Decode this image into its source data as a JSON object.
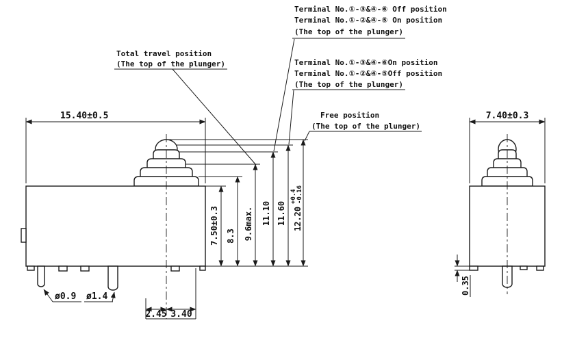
{
  "drawing": {
    "annotations": {
      "group_top": {
        "line1": "Terminal No.①-③&④-⑥ Off position",
        "line2": "Terminal No.①-②&④-⑤ On position",
        "line3": "(The top of the plunger)"
      },
      "total_travel": {
        "line1": "Total travel position",
        "line2": "(The top of the plunger)"
      },
      "group_mid": {
        "line1": "Terminal No.①-③&④-⑥On position",
        "line2": "Terminal No.①-②&④-⑤Off position",
        "line3": "(The top of the plunger)"
      },
      "free_position": {
        "line1": "Free position",
        "line2": "(The top of the plunger)"
      }
    },
    "dimensions": {
      "front_width": "15.40±0.5",
      "side_width": "7.40±0.3",
      "body_height": "7.50±0.3",
      "h_8_3": "8.3",
      "h_9_6": "9.6max.",
      "h_11_10": "11.10",
      "h_11_60": "11.60",
      "h_12_20": "12.20",
      "h_12_20_tol_upper": "+0.4",
      "h_12_20_tol_lower": "-0.16",
      "pin_small_dia": "ø0.9",
      "pin_large_dia": "ø1.4",
      "offset_2_45": "2.45",
      "offset_3_40": "3.40",
      "side_foot_height": "0.35"
    }
  }
}
